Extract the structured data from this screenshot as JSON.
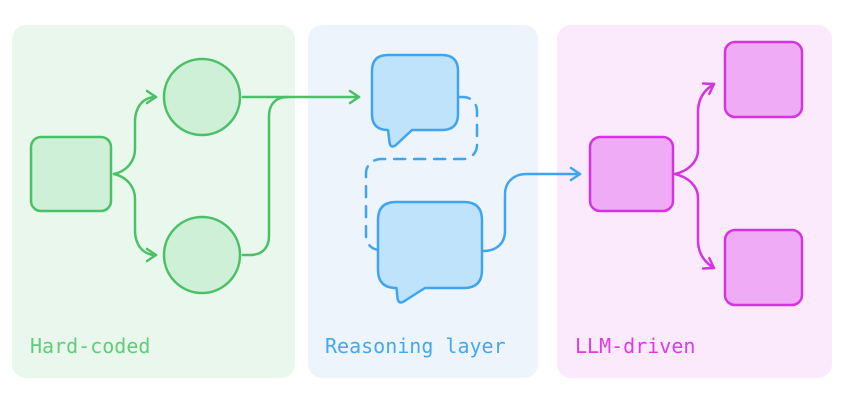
{
  "diagram": {
    "background": "#ffffff",
    "panels": [
      {
        "id": "hard-coded",
        "label": "Hard-coded",
        "background": "#e9f7ed",
        "accent": "#4bc167",
        "node_fill": "#cdf0d6",
        "label_color": "#5fcd7b",
        "connector_style": "solid",
        "nodes": [
          "input-square-node",
          "top-circle-node",
          "bottom-circle-node"
        ]
      },
      {
        "id": "reasoning-layer",
        "label": "Reasoning layer",
        "background": "#edf4fb",
        "accent": "#3fa5f0",
        "node_fill": "#bfe3fb",
        "label_color": "#44a9f0",
        "connector_style": "dashed-loop",
        "nodes": [
          "top-chat-bubble",
          "bottom-chat-bubble"
        ]
      },
      {
        "id": "llm-driven",
        "label": "LLM-driven",
        "background": "#faeafc",
        "accent": "#d535df",
        "node_fill": "#f0abf6",
        "label_color": "#dc3ce2",
        "connector_style": "solid",
        "nodes": [
          "router-square-node",
          "top-square-node",
          "bottom-square-node"
        ]
      }
    ]
  }
}
